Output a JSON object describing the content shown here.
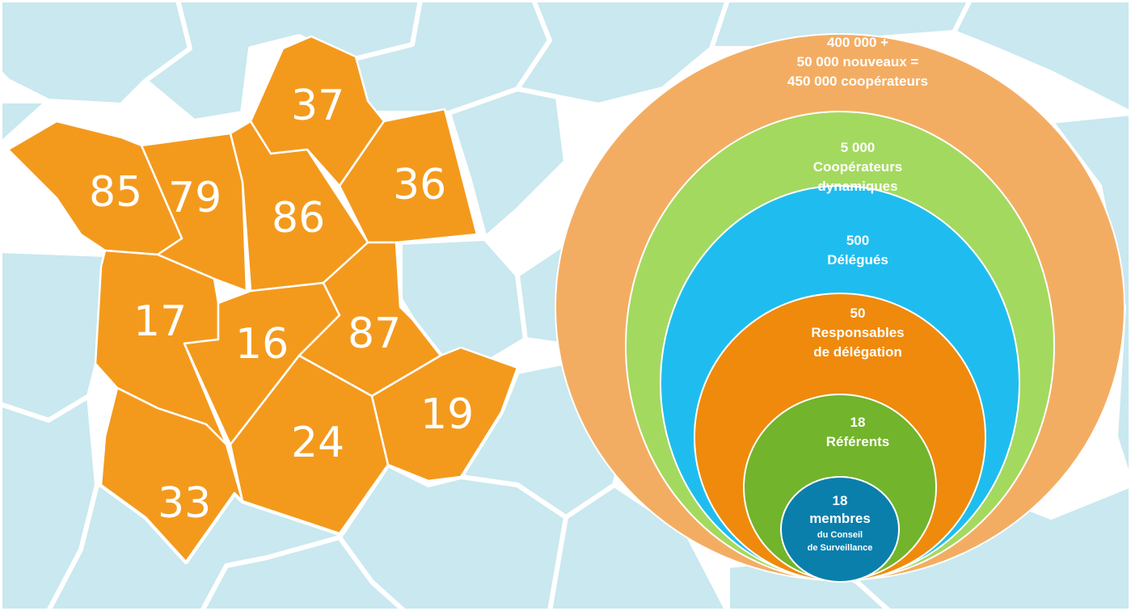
{
  "colors": {
    "background_region": "#c9e8ef",
    "region_border": "#ffffff",
    "department_fill": "#f39a1d",
    "circle_outer": "#f3ad63",
    "circle_green_light": "#a4d95f",
    "circle_blue": "#1fbdef",
    "circle_orange": "#ef8a0d",
    "circle_green_dark": "#72b42b",
    "circle_teal": "#0a7fac"
  },
  "departments": [
    {
      "code": "85"
    },
    {
      "code": "79"
    },
    {
      "code": "86"
    },
    {
      "code": "37"
    },
    {
      "code": "36"
    },
    {
      "code": "17"
    },
    {
      "code": "16"
    },
    {
      "code": "87"
    },
    {
      "code": "24"
    },
    {
      "code": "19"
    },
    {
      "code": "33"
    }
  ],
  "circles": [
    {
      "lines": [
        "400 000 +",
        "50 000 nouveaux =",
        "450 000 coopérateurs"
      ]
    },
    {
      "lines": [
        "5 000",
        "Coopérateurs",
        "dynamiques"
      ]
    },
    {
      "lines": [
        "500",
        "Délégués"
      ]
    },
    {
      "lines": [
        "50",
        "Responsables",
        "de délégation"
      ]
    },
    {
      "lines": [
        "18",
        "Référents"
      ]
    },
    {
      "lines": [
        "18",
        "membres",
        "du Conseil",
        "de Surveillance"
      ]
    }
  ]
}
